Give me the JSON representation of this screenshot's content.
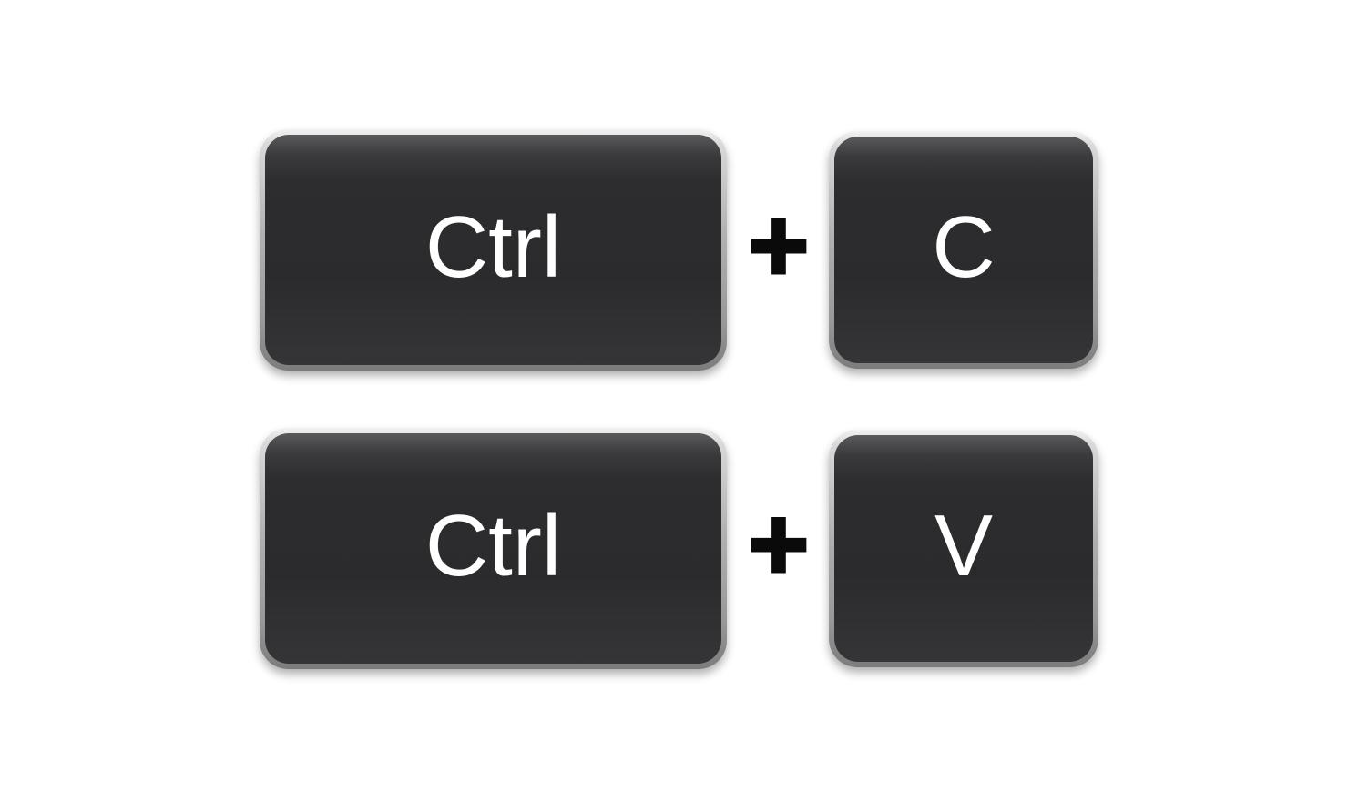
{
  "colors": {
    "background": "#ffffff",
    "key_face_dark": "#2b2b2d",
    "key_face_mid": "#2d2d2f",
    "key_face_highlight": "#5a5a5d",
    "key_face_bottom": "#353537",
    "key_ring_light": "#f2f2f2",
    "key_ring_mid": "#b0b0b0",
    "key_ring_dark": "#7c7c7c",
    "key_label": "#ffffff",
    "plus_sign": "#0a0a0a"
  },
  "rows": [
    {
      "modifier_key": "Ctrl",
      "separator": "+",
      "letter_key": "C"
    },
    {
      "modifier_key": "Ctrl",
      "separator": "+",
      "letter_key": "V"
    }
  ]
}
